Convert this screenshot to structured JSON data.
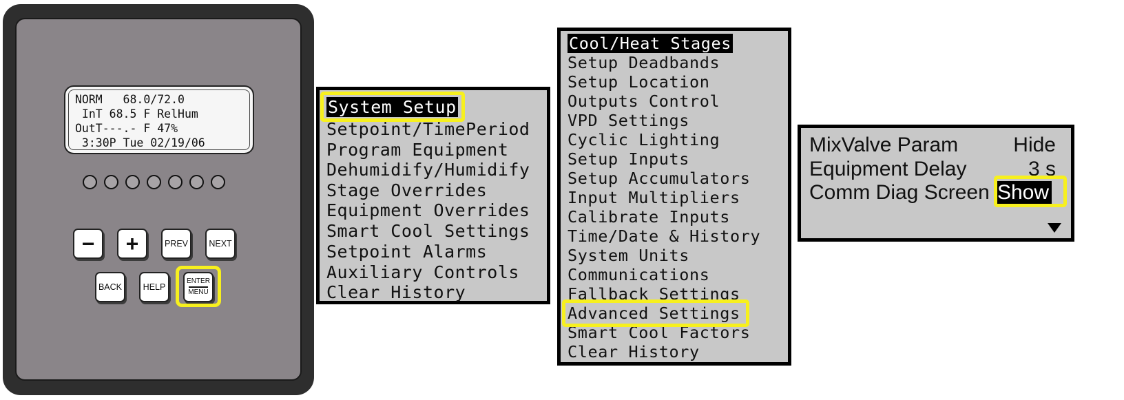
{
  "controller": {
    "lcd_lines": [
      "NORM   68.0/72.0",
      " InT 68.5 F RelHum",
      "OutT---.- F 47%",
      " 3:30P Tue 02/19/06"
    ],
    "led_count": 7,
    "keys": {
      "minus": "−",
      "plus": "+",
      "prev": "PREV",
      "next": "NEXT",
      "back": "BACK",
      "help": "HELP",
      "enter_top": "ENTER",
      "enter_bottom": "MENU"
    }
  },
  "main_menu": {
    "items": [
      "System Setup",
      "Setpoint/TimePeriod",
      "Program Equipment",
      "Dehumidify/Humidify",
      "Stage Overrides",
      "Equipment Overrides",
      "Smart Cool Settings",
      "Setpoint Alarms",
      "Auxiliary Controls",
      "Clear History"
    ],
    "selected": "System Setup"
  },
  "system_setup_menu": {
    "items": [
      "Cool/Heat Stages",
      "Setup Deadbands",
      "Setup Location",
      "Outputs Control",
      "VPD Settings",
      "Cyclic Lighting",
      "Setup Inputs",
      "Setup Accumulators",
      "Input Multipliers",
      "Calibrate Inputs",
      "Time/Date & History",
      "System Units",
      "Communications",
      "Fallback Settings",
      "Advanced Settings",
      "Smart Cool Factors",
      "Clear History"
    ],
    "selected": "Cool/Heat Stages",
    "highlighted": "Advanced Settings"
  },
  "advanced_settings": {
    "rows": [
      {
        "label": "MixValve Param",
        "value": "Hide"
      },
      {
        "label": "Equipment Delay",
        "value": "3 s"
      },
      {
        "label": "Comm Diag Screen",
        "value": "Show"
      }
    ],
    "highlight_color": "#f7f01e"
  }
}
